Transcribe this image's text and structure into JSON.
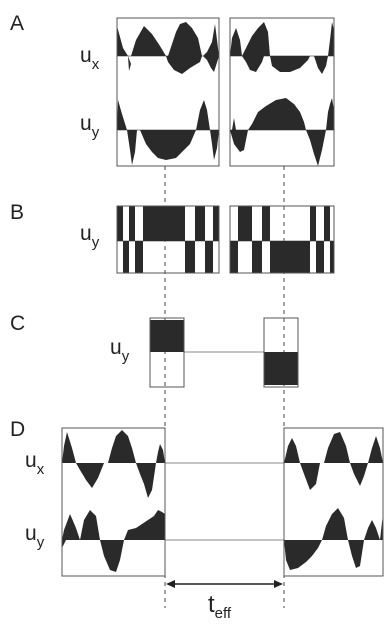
{
  "colors": {
    "waveform_fill": "#2a2a2a",
    "frame_stroke": "#555555",
    "baseline_stroke": "#888888",
    "guide_stroke": "#444444",
    "text": "#222222"
  },
  "panels": {
    "A": {
      "letter": "A",
      "row1_symbol": "u",
      "row1_subscript": "x",
      "row2_symbol": "u",
      "row2_subscript": "y"
    },
    "B": {
      "letter": "B",
      "row1_symbol": "u",
      "row1_subscript": "y"
    },
    "C": {
      "letter": "C",
      "row1_symbol": "u",
      "row1_subscript": "y"
    },
    "D": {
      "letter": "D",
      "row1_symbol": "u",
      "row1_subscript": "x",
      "row2_symbol": "u",
      "row2_subscript": "y"
    }
  },
  "annotation": {
    "t_symbol": "t",
    "t_subscript": "eff",
    "arrow_icon": "double-headed-arrow-icon"
  }
}
